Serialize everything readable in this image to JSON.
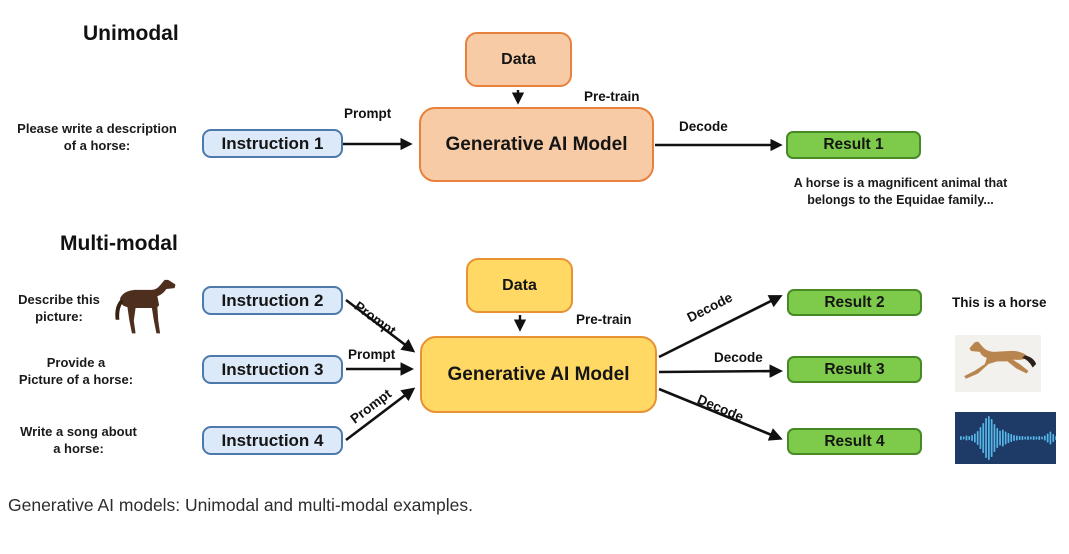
{
  "colors": {
    "peach_fill": "#F7CBA6",
    "orange_border": "#E8813B",
    "yellow_fill": "#FFD964",
    "yellow_border": "#E89234",
    "blue_fill": "#DCE9F8",
    "blue_border": "#4E79AB",
    "green_fill": "#7ECB4B",
    "green_border": "#468A28",
    "waveform_bg": "#1E3A66",
    "waveform_bar": "#55B7E8"
  },
  "unimodal": {
    "heading": "Unimodal",
    "data_label": "Data",
    "pretrain_label": "Pre-train",
    "prompt_label": "Prompt",
    "decode_label": "Decode",
    "input_line1": "Please write a description",
    "input_line2": "of a horse:",
    "instruction_label": "Instruction 1",
    "model_label": "Generative AI Model",
    "result_label": "Result 1",
    "output_line1": "A horse is a magnificent animal that",
    "output_line2": "belongs to the Equidae family..."
  },
  "multimodal": {
    "heading": "Multi-modal",
    "data_label": "Data",
    "pretrain_label": "Pre-train",
    "model_label": "Generative AI Model",
    "rows": [
      {
        "input_line1": "Describe this",
        "input_line2": "picture:",
        "input_icon": "horse-standing-image",
        "instruction_label": "Instruction 2",
        "prompt_label": "Prompt",
        "decode_label": "Decode",
        "result_label": "Result 2",
        "output_text": "This is a horse"
      },
      {
        "input_line1": "Provide  a",
        "input_line2": "Picture of a horse:",
        "instruction_label": "Instruction 3",
        "prompt_label": "Prompt",
        "decode_label": "Decode",
        "result_label": "Result 3",
        "output_icon": "horse-running-image"
      },
      {
        "input_line1": "Write a song about",
        "input_line2": "a horse:",
        "instruction_label": "Instruction 4",
        "prompt_label": "Prompt",
        "decode_label": "Decode",
        "result_label": "Result 4",
        "output_icon": "audio-waveform-image"
      }
    ]
  },
  "caption": "Generative AI models: Unimodal and multi-modal examples."
}
